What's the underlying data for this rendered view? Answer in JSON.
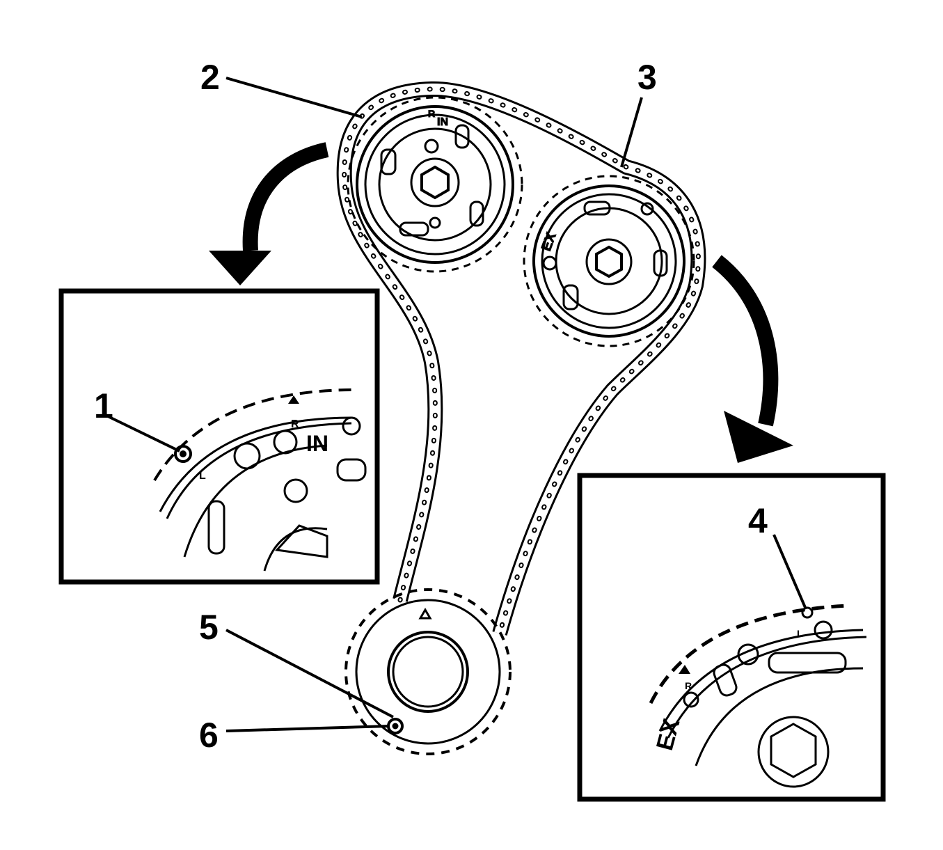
{
  "callouts": {
    "c1": "1",
    "c2": "2",
    "c3": "3",
    "c4": "4",
    "c5": "5",
    "c6": "6"
  },
  "sprocket_marks": {
    "intake_letters": "IN",
    "intake_right": "R",
    "intake_left": "L",
    "exhaust_letters": "EX",
    "exhaust_right": "R",
    "exhaust_left": "L"
  },
  "colors": {
    "ink": "#000000",
    "paper": "#ffffff"
  }
}
